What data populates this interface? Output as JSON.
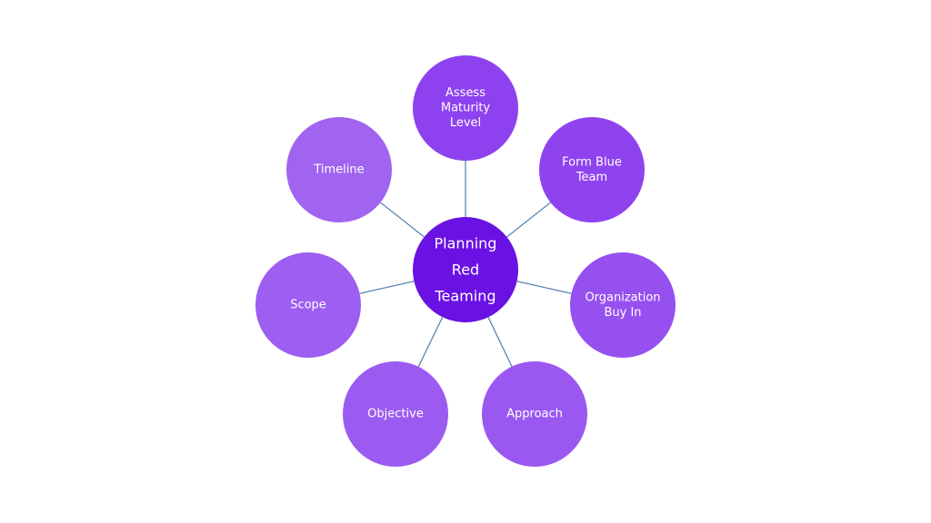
{
  "diagram": {
    "center": {
      "lines": [
        "Planning",
        "Red",
        "Teaming"
      ],
      "color": "#6a12e3"
    },
    "connector_color": "#5b87b5",
    "nodes": [
      {
        "id": "assess-maturity-level",
        "lines": [
          "Assess",
          "Maturity",
          "Level"
        ],
        "color": "#8e42ef"
      },
      {
        "id": "form-blue-team",
        "lines": [
          "Form Blue",
          "Team"
        ],
        "color": "#8f43ef"
      },
      {
        "id": "organization-buy-in",
        "lines": [
          "Organization",
          "Buy In"
        ],
        "color": "#9650f0"
      },
      {
        "id": "approach",
        "lines": [
          "Approach"
        ],
        "color": "#9a58f0"
      },
      {
        "id": "objective",
        "lines": [
          "Objective"
        ],
        "color": "#9c5bf0"
      },
      {
        "id": "scope",
        "lines": [
          "Scope"
        ],
        "color": "#9d5ef1"
      },
      {
        "id": "timeline",
        "lines": [
          "Timeline"
        ],
        "color": "#a064f1"
      }
    ]
  }
}
